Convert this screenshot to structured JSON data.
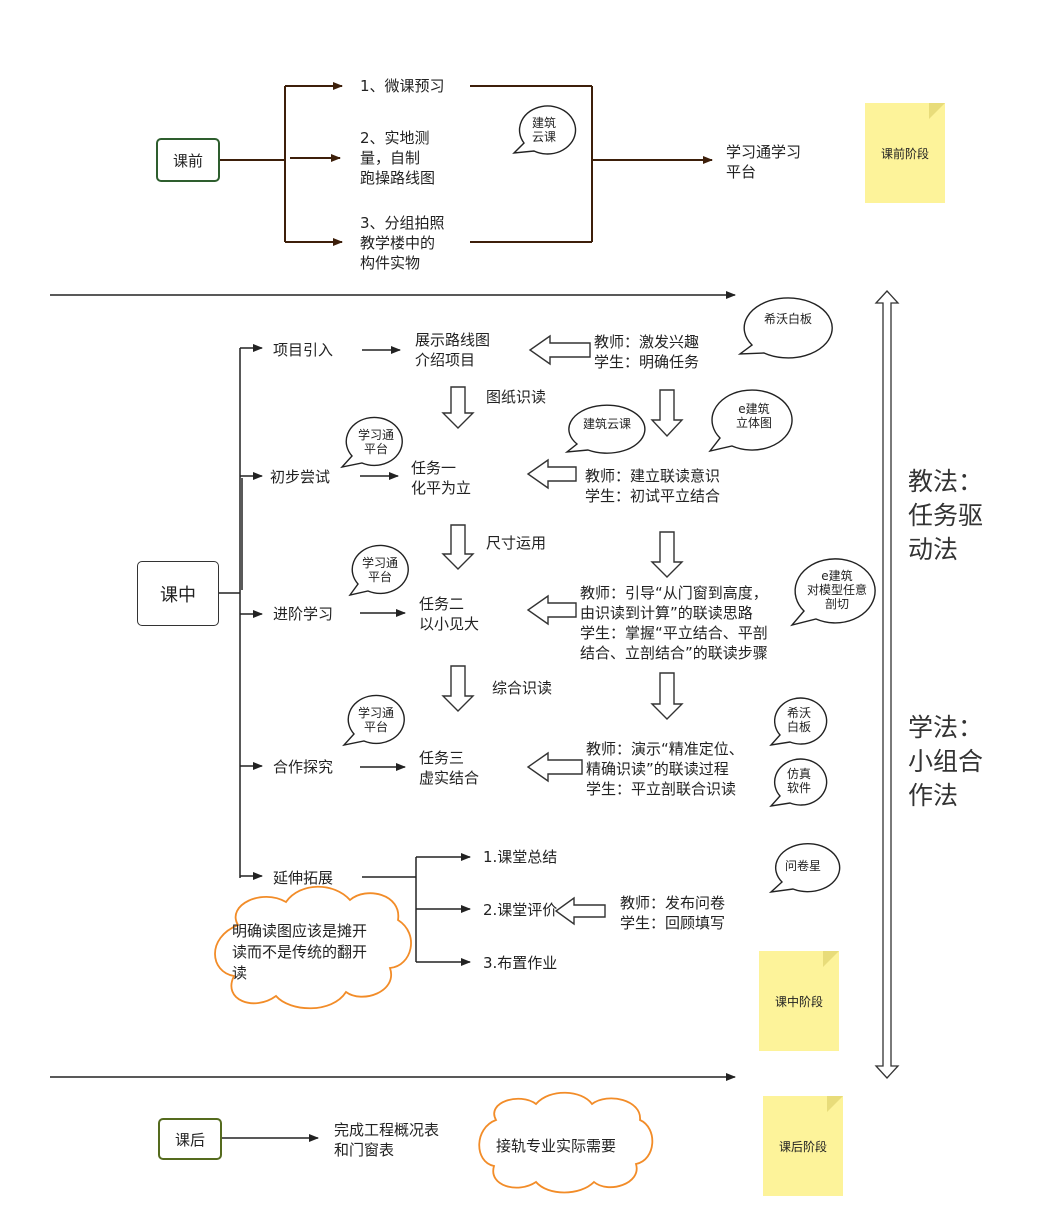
{
  "pre": {
    "label": "课前",
    "items": [
      "1、微课预习",
      "2、实地测\n量，自制\n跑操路线图",
      "3、分组拍照\n教学楼中的\n构件实物"
    ],
    "bubble": "建筑\n云课",
    "target": "学习通学习\n平台",
    "note": "课前阶段"
  },
  "mid": {
    "label": "课中",
    "steps": [
      "项目引入",
      "初步尝试",
      "进阶学习",
      "合作探究",
      "延伸拓展"
    ],
    "tasks": [
      "展示路线图\n介绍项目",
      "任务一\n化平为立",
      "任务二\n以小见大",
      "任务三\n虚实结合"
    ],
    "connectors": [
      "图纸识读",
      "尺寸运用",
      "综合识读"
    ],
    "roles": [
      "教师：激发兴趣\n学生：明确任务",
      "教师：建立联读意识\n学生：初试平立结合",
      "教师：引导“从门窗到高度，\n由识读到计算”的联读思路\n学生：掌握“平立结合、平剖\n结合、立剖结合”的联读步骤",
      "教师：演示“精准定位、\n精确识读”的联读过程\n学生：平立剖联合识读"
    ],
    "bubbles": {
      "xiwo1": "希沃白板",
      "jianzhu_cloud": "建筑云课",
      "e_3d": "e建筑\n立体图",
      "xxt1": "学习通\n平台",
      "xxt2": "学习通\n平台",
      "e_cut": "e建筑\n对模型任意\n剖切",
      "xxt3": "学习通\n平台",
      "xiwo2": "希沃\n白板",
      "sim": "仿真\n软件",
      "wjx": "问卷星"
    },
    "ext_items": [
      "1.课堂总结",
      "2.课堂评价",
      "3.布置作业"
    ],
    "ext_role": "教师：发布问卷\n学生：回顾填写",
    "cloud": "明确读图应该是摊开\n读而不是传统的翻开\n读",
    "note": "课中阶段"
  },
  "methods": {
    "teach": "教法：\n任务驱\n动法",
    "learn": "学法：\n小组合\n作法"
  },
  "post": {
    "label": "课后",
    "task": "完成工程概况表\n和门窗表",
    "cloud": "接轨专业实际需要",
    "note": "课后阶段"
  },
  "colors": {
    "pre_border": "#2e5e2e",
    "post_border": "#556b1e",
    "arrow_brown": "#3d1f0a",
    "cloud_orange": "#f28c28",
    "note_yellow": "#fdf39a"
  }
}
